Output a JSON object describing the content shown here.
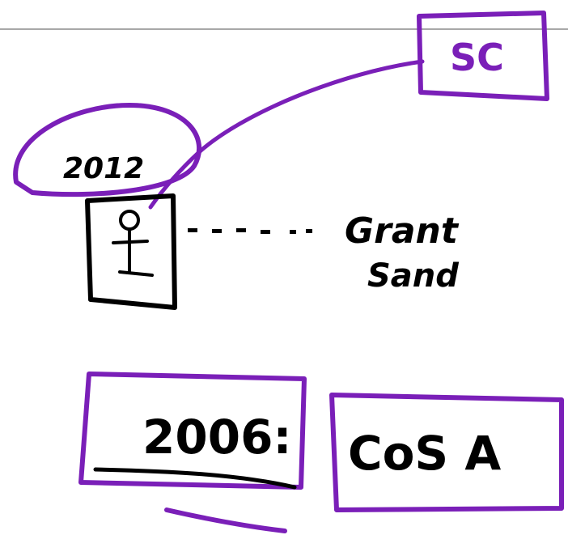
{
  "colors": {
    "ink": "#000000",
    "marker": "#7a1fb8",
    "rule": "#8c8c8c"
  },
  "notes": {
    "sc": "SC",
    "year_top": "2012",
    "label_line1": "Grant",
    "label_line2": "Sand",
    "year_bottom": "2006:",
    "cos": "CoS A"
  }
}
